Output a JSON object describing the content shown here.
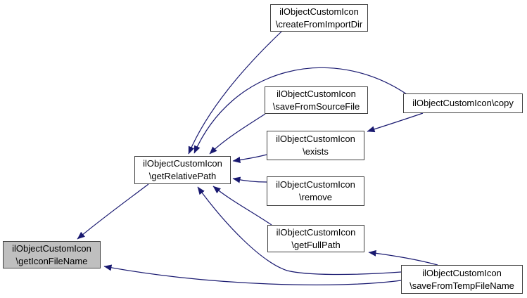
{
  "diagram": {
    "kind": "call-graph",
    "edge_color": "#191970",
    "node_border_color": "#404040",
    "highlight_fill": "#bfbfbf",
    "nodes": [
      {
        "id": "createFromImportDir",
        "line1": "ilObjectCustomIcon",
        "line2": "\\createFromImportDir",
        "highlighted": false
      },
      {
        "id": "saveFromSourceFile",
        "line1": "ilObjectCustomIcon",
        "line2": "\\saveFromSourceFile",
        "highlighted": false
      },
      {
        "id": "copy",
        "line1": "ilObjectCustomIcon\\copy",
        "line2": "",
        "highlighted": false
      },
      {
        "id": "exists",
        "line1": "ilObjectCustomIcon",
        "line2": "\\exists",
        "highlighted": false
      },
      {
        "id": "getRelativePath",
        "line1": "ilObjectCustomIcon",
        "line2": "\\getRelativePath",
        "highlighted": false
      },
      {
        "id": "remove",
        "line1": "ilObjectCustomIcon",
        "line2": "\\remove",
        "highlighted": false
      },
      {
        "id": "getFullPath",
        "line1": "ilObjectCustomIcon",
        "line2": "\\getFullPath",
        "highlighted": false
      },
      {
        "id": "getIconFileName",
        "line1": "ilObjectCustomIcon",
        "line2": "\\getIconFileName",
        "highlighted": true
      },
      {
        "id": "saveFromTempFileName",
        "line1": "ilObjectCustomIcon",
        "line2": "\\saveFromTempFileName",
        "highlighted": false
      }
    ],
    "edges": [
      {
        "from": "createFromImportDir",
        "to": "getRelativePath"
      },
      {
        "from": "copy",
        "to": "getRelativePath"
      },
      {
        "from": "saveFromSourceFile",
        "to": "getRelativePath"
      },
      {
        "from": "copy",
        "to": "exists"
      },
      {
        "from": "exists",
        "to": "getRelativePath"
      },
      {
        "from": "remove",
        "to": "getRelativePath"
      },
      {
        "from": "getFullPath",
        "to": "getRelativePath"
      },
      {
        "from": "saveFromTempFileName",
        "to": "getRelativePath"
      },
      {
        "from": "saveFromTempFileName",
        "to": "getFullPath"
      },
      {
        "from": "getRelativePath",
        "to": "getIconFileName"
      },
      {
        "from": "saveFromTempFileName",
        "to": "getIconFileName"
      }
    ]
  }
}
